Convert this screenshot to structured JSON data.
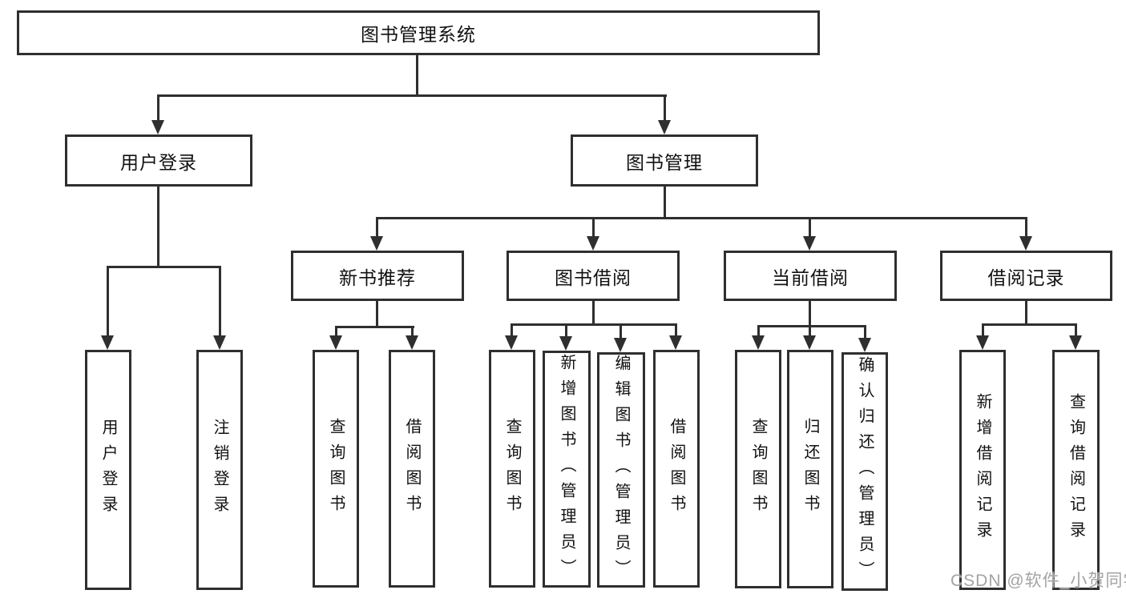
{
  "diagram": {
    "root": "图书管理系统",
    "level2": {
      "user_login": "用户登录",
      "book_mgmt": "图书管理"
    },
    "level3": {
      "new_books": "新书推荐",
      "book_borrow": "图书借阅",
      "current_borrow": "当前借阅",
      "borrow_records": "借阅记录"
    },
    "leaves": {
      "user_login": [
        "用户登录",
        "注销登录"
      ],
      "new_books": [
        "查询图书",
        "借阅图书"
      ],
      "book_borrow": [
        "查询图书",
        "新增图书（管理员）",
        "编辑图书（管理员）",
        "借阅图书"
      ],
      "current_borrow": [
        "查询图书",
        "归还图书",
        "确认归还（管理员）"
      ],
      "borrow_records": [
        "新增借阅记录",
        "查询借阅记录"
      ]
    }
  },
  "watermark": "CSDN @软件_小贺同学",
  "colors": {
    "line": "#2f2f2f",
    "text": "#111111",
    "watermark": "#a3a3a3",
    "background": "#ffffff"
  }
}
